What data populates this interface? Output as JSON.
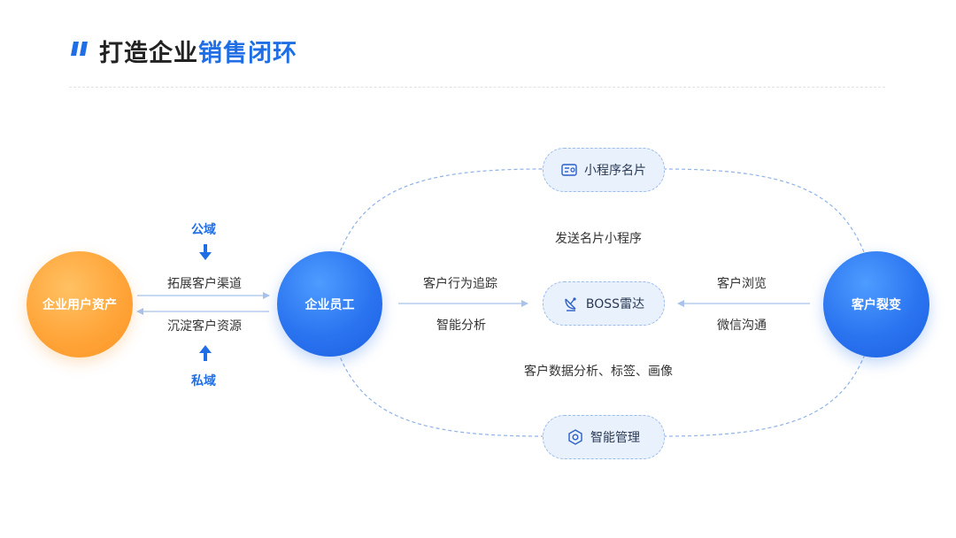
{
  "header": {
    "title_main": "打造企业",
    "title_highlight": "销售闭环"
  },
  "nodes": {
    "enterprise_user_assets": "企业用户资产",
    "enterprise_staff": "企业员工",
    "customer_fission": "客户裂变",
    "mini_program_card": "小程序名片",
    "boss_radar": "BOSS雷达",
    "smart_management": "智能管理"
  },
  "labels": {
    "public_domain": "公域",
    "private_domain": "私域",
    "expand_channels": "拓展客户渠道",
    "accumulate_resources": "沉淀客户资源",
    "send_card": "发送名片小程序",
    "behavior_tracking": "客户行为追踪",
    "smart_analysis": "智能分析",
    "customer_browse": "客户浏览",
    "wechat_comm": "微信沟通",
    "data_analysis": "客户数据分析、标签、画像"
  },
  "icons": {
    "down_arrow": "down-arrow-icon",
    "up_arrow": "up-arrow-icon",
    "card": "id-card-icon",
    "radar": "radar-icon",
    "settings": "hexagon-gear-icon"
  },
  "colors": {
    "accent_blue": "#1f6ee6",
    "orange": "#ffa53a",
    "pill_bg": "#e9f1fd",
    "dashed_line": "#8fb2e8"
  }
}
